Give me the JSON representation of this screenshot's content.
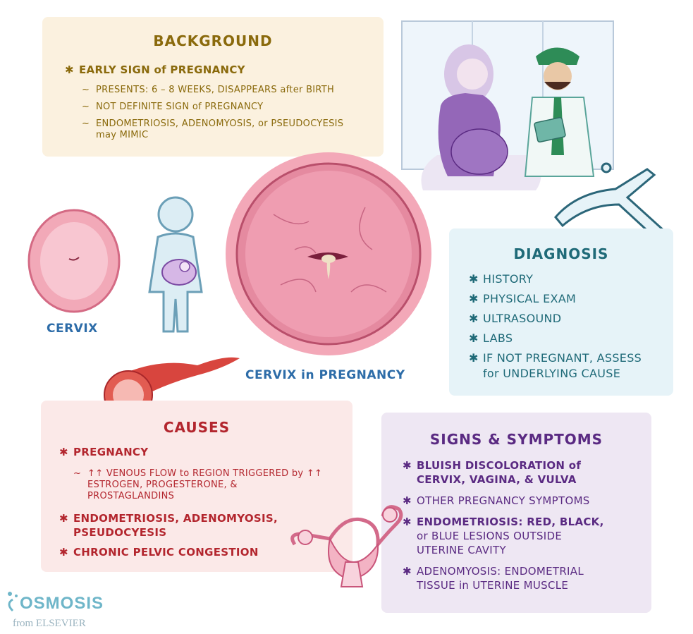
{
  "colors": {
    "background_panel": "#fbf1df",
    "background_text": "#8a6a0c",
    "diagnosis_panel": "#e6f3f8",
    "diagnosis_text": "#1f6a78",
    "causes_panel": "#fbe9e8",
    "causes_text": "#b3262e",
    "signs_panel": "#eee7f3",
    "signs_text": "#5a2a82",
    "label_blue": "#2d6ca8",
    "cervix_pink": "#e98aa0"
  },
  "background": {
    "title": "BACKGROUND",
    "bullet": "EARLY SIGN of PREGNANCY",
    "subs": [
      "PRESENTS: 6 – 8 WEEKS, DISAPPEARS after BIRTH",
      "NOT DEFINITE SIGN of PREGNANCY",
      "ENDOMETRIOSIS, ADENOMYOSIS, or PSEUDOCYESIS",
      "may MIMIC"
    ]
  },
  "diagnosis": {
    "title": "DIAGNOSIS",
    "items": [
      "HISTORY",
      "PHYSICAL EXAM",
      "ULTRASOUND",
      "LABS",
      "IF NOT PREGNANT, ASSESS",
      "for UNDERLYING CAUSE"
    ]
  },
  "labels": {
    "cervix": "CERVIX",
    "cervix_pregnancy": "CERVIX in PREGNANCY"
  },
  "causes": {
    "title": "CAUSES",
    "b1": "PREGNANCY",
    "sub1": "↑↑ VENOUS FLOW to REGION TRIGGERED by ↑↑",
    "sub2": "ESTROGEN, PROGESTERONE, &",
    "sub3": "PROSTAGLANDINS",
    "b2a": "ENDOMETRIOSIS, ADENOMYOSIS,",
    "b2b": "PSEUDOCYESIS",
    "b3": "CHRONIC PELVIC CONGESTION"
  },
  "signs": {
    "title": "SIGNS & SYMPTOMS",
    "i1a": "BLUISH DISCOLORATION of",
    "i1b": "CERVIX, VAGINA, & VULVA",
    "i2": "OTHER PREGNANCY SYMPTOMS",
    "i3a": "ENDOMETRIOSIS: RED, BLACK,",
    "i3b": "or BLUE LESIONS OUTSIDE",
    "i3c": "UTERINE CAVITY",
    "i4a": "ADENOMYOSIS: ENDOMETRIAL",
    "i4b": "TISSUE in UTERINE MUSCLE"
  },
  "logo": {
    "name": "OSMOSIS",
    "sub": "from ELSEVIER"
  }
}
